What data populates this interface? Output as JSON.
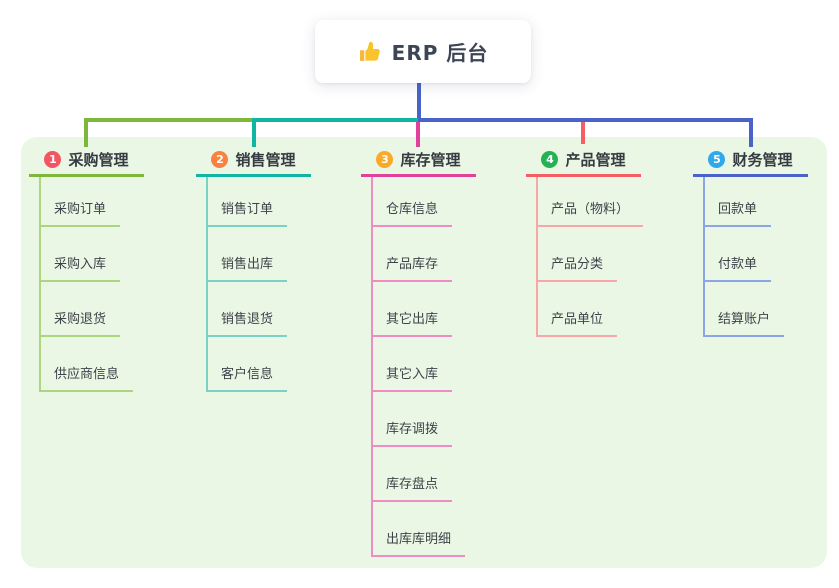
{
  "root": {
    "title": "ERP 后台",
    "icon": "thumbs-up-icon"
  },
  "colors": {
    "panel_bg": "#ebf7e5",
    "stem_blue": "#4a63c8",
    "rail_green": "#7db83c",
    "rail_teal": "#10b5a3",
    "rail_blue": "#4a63c8",
    "drop_magenta": "#e0419b",
    "drop_red": "#f35f63"
  },
  "branches": [
    {
      "index": "1",
      "title": "采购管理",
      "badge_color": "#f25662",
      "line_color": "#7db83c",
      "light_color": "#abd57e",
      "children": [
        "采购订单",
        "采购入库",
        "采购退货",
        "供应商信息"
      ]
    },
    {
      "index": "2",
      "title": "销售管理",
      "badge_color": "#f9823f",
      "line_color": "#10b5a3",
      "light_color": "#79d2c5",
      "children": [
        "销售订单",
        "销售出库",
        "销售退货",
        "客户信息"
      ]
    },
    {
      "index": "3",
      "title": "库存管理",
      "badge_color": "#fba928",
      "line_color": "#e0419b",
      "light_color": "#f08cc4",
      "children": [
        "仓库信息",
        "产品库存",
        "其它出库",
        "其它入库",
        "库存调拨",
        "库存盘点",
        "出库库明细"
      ]
    },
    {
      "index": "4",
      "title": "产品管理",
      "badge_color": "#22b355",
      "line_color": "#f35f63",
      "light_color": "#f7a6aa",
      "children": [
        "产品（物料）",
        "产品分类",
        "产品单位"
      ]
    },
    {
      "index": "5",
      "title": "财务管理",
      "badge_color": "#30a8ea",
      "line_color": "#4a63c8",
      "light_color": "#8ba6e6",
      "children": [
        "回款单",
        "付款单",
        "结算账户"
      ]
    }
  ]
}
